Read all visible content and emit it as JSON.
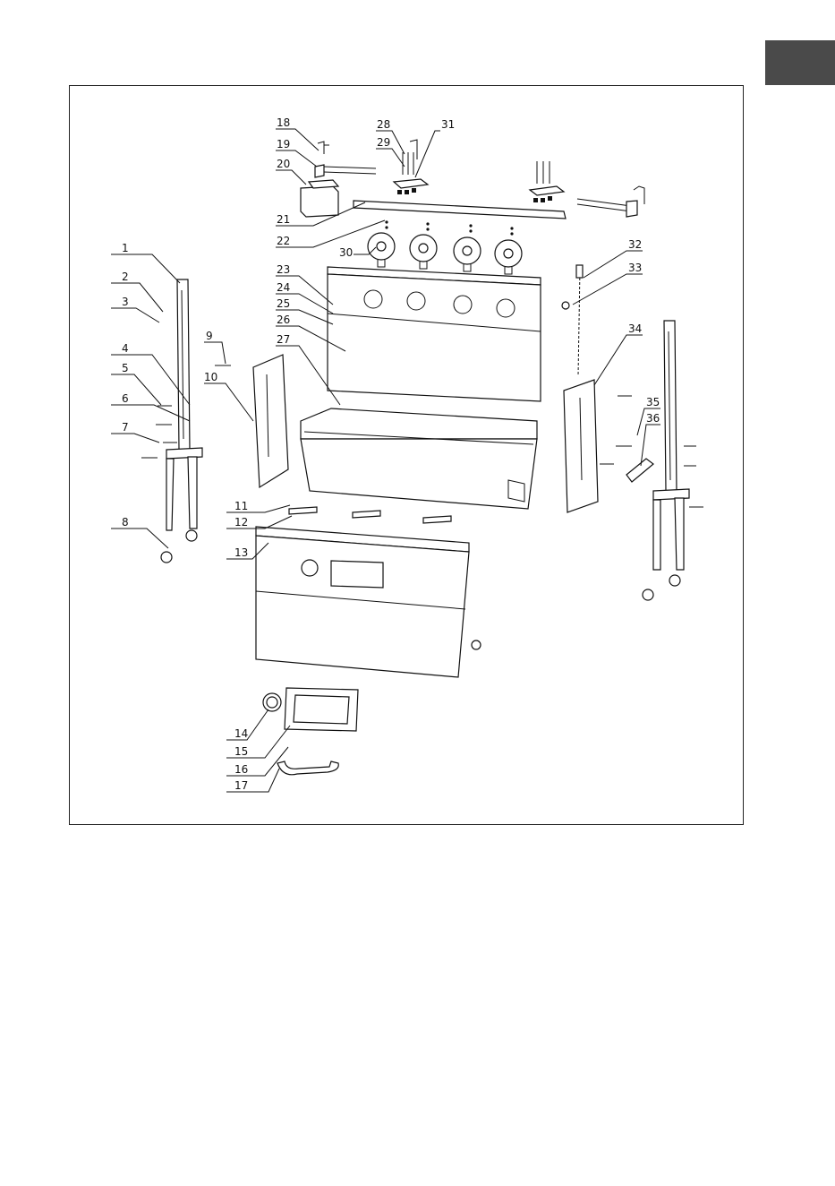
{
  "page": {
    "tab_color": "#4a4a4a"
  },
  "callouts": [
    {
      "id": "1",
      "text": "1"
    },
    {
      "id": "2",
      "text": "2"
    },
    {
      "id": "3",
      "text": "3"
    },
    {
      "id": "4",
      "text": "4"
    },
    {
      "id": "5",
      "text": "5"
    },
    {
      "id": "6",
      "text": "6"
    },
    {
      "id": "7",
      "text": "7"
    },
    {
      "id": "8",
      "text": "8"
    },
    {
      "id": "9",
      "text": "9"
    },
    {
      "id": "10",
      "text": "10"
    },
    {
      "id": "11",
      "text": "11"
    },
    {
      "id": "12",
      "text": "12"
    },
    {
      "id": "13",
      "text": "13"
    },
    {
      "id": "14",
      "text": "14"
    },
    {
      "id": "15",
      "text": "15"
    },
    {
      "id": "16",
      "text": "16"
    },
    {
      "id": "17",
      "text": "17"
    },
    {
      "id": "18",
      "text": "18"
    },
    {
      "id": "19",
      "text": "19"
    },
    {
      "id": "20",
      "text": "20"
    },
    {
      "id": "21",
      "text": "21"
    },
    {
      "id": "22",
      "text": "22"
    },
    {
      "id": "23",
      "text": "23"
    },
    {
      "id": "24",
      "text": "24"
    },
    {
      "id": "25",
      "text": "25"
    },
    {
      "id": "26",
      "text": "26"
    },
    {
      "id": "27",
      "text": "27"
    },
    {
      "id": "28",
      "text": "28"
    },
    {
      "id": "29",
      "text": "29"
    },
    {
      "id": "30",
      "text": "30"
    },
    {
      "id": "31",
      "text": "31"
    },
    {
      "id": "32",
      "text": "32"
    },
    {
      "id": "33",
      "text": "33"
    },
    {
      "id": "34",
      "text": "34"
    },
    {
      "id": "35",
      "text": "35"
    },
    {
      "id": "36",
      "text": "36"
    }
  ]
}
